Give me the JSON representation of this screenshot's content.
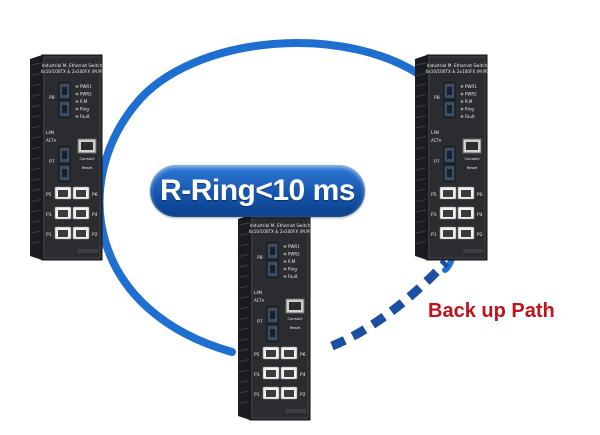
{
  "ring_label": "R-Ring<10 ms",
  "backup_label": "Back up Path",
  "colors": {
    "ring": "#1f6fd1",
    "backup_path": "#1d4fa0",
    "label_red": "#c1121c",
    "device_body": "#2a2c30"
  },
  "devices": [
    {
      "id": "left",
      "title_line1": "Industrial M. Ethernet Switch",
      "title_line2": "6x10/100TX & 2x100FX (M.M)",
      "leds": [
        "PWR1",
        "PWR2",
        "R.M",
        "Ring",
        "Fault"
      ],
      "fiber_ports": [
        "P8",
        "P7"
      ],
      "copper_ports": [
        "P5",
        "P6",
        "P3",
        "P4",
        "P1",
        "P2"
      ],
      "lan_label": "LAN",
      "act_label": "ACT",
      "console_label": "Console",
      "reset_label": "Reset"
    },
    {
      "id": "right",
      "title_line1": "Industrial M. Ethernet Switch",
      "title_line2": "6x10/100TX & 2x100FX (M.M)",
      "leds": [
        "PWR1",
        "PWR2",
        "R.M",
        "Ring",
        "Fault"
      ],
      "fiber_ports": [
        "P8",
        "P7"
      ],
      "copper_ports": [
        "P5",
        "P6",
        "P3",
        "P4",
        "P1",
        "P2"
      ],
      "lan_label": "LAN",
      "act_label": "ACT",
      "console_label": "Console",
      "reset_label": "Reset"
    },
    {
      "id": "center",
      "title_line1": "Industrial M. Ethernet Switch",
      "title_line2": "6x10/100TX & 2x100FX (M.M)",
      "leds": [
        "PWR1",
        "PWR2",
        "R.M",
        "Ring",
        "Fault"
      ],
      "fiber_ports": [
        "P8",
        "P7"
      ],
      "copper_ports": [
        "P5",
        "P6",
        "P3",
        "P4",
        "P1",
        "P2"
      ],
      "lan_label": "LAN",
      "act_label": "ACT",
      "console_label": "Console",
      "reset_label": "Reset"
    }
  ]
}
